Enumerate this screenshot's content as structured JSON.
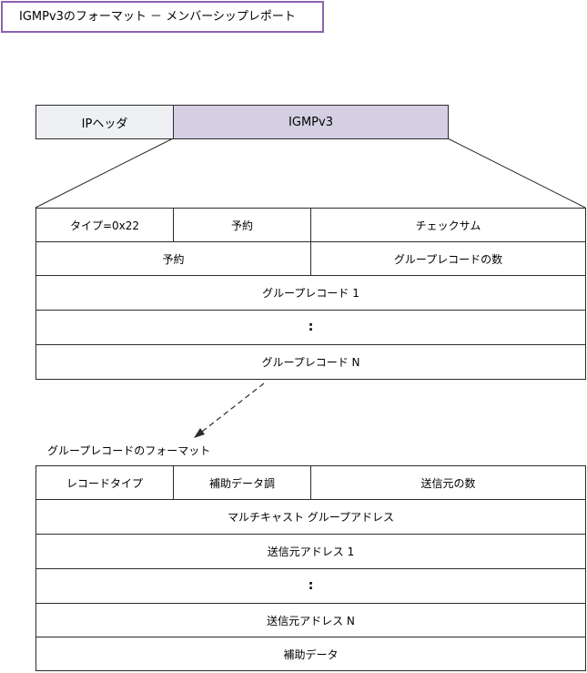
{
  "title": "IGMPv3のフォーマット － メンバーシップレポート",
  "header": {
    "ip_label": "IPヘッダ",
    "igmp_label": "IGMPv3"
  },
  "report": {
    "type_field": "タイプ=0x22",
    "reserved1": "予約",
    "checksum": "チェックサム",
    "reserved2": "予約",
    "num_group_records": "グループレコードの数",
    "group_record_1": "グループレコード 1",
    "ellipsis": ":",
    "group_record_n": "グループレコード N"
  },
  "group_record_section_label": "グループレコードのフォーマット",
  "group_record": {
    "record_type": "レコードタイプ",
    "aux_data_len": "補助データ調",
    "num_sources": "送信元の数",
    "multicast_address": "マルチキャスト グループアドレス",
    "source_address_1": "送信元アドレス 1",
    "ellipsis": ":",
    "source_address_n": "送信元アドレス N",
    "aux_data": "補助データ"
  },
  "colors": {
    "title_border": "#8f60b3",
    "ip_header_fill": "#eef0f4",
    "igmp_header_fill": "#d4cfe2",
    "line": "#2b2b2b"
  }
}
